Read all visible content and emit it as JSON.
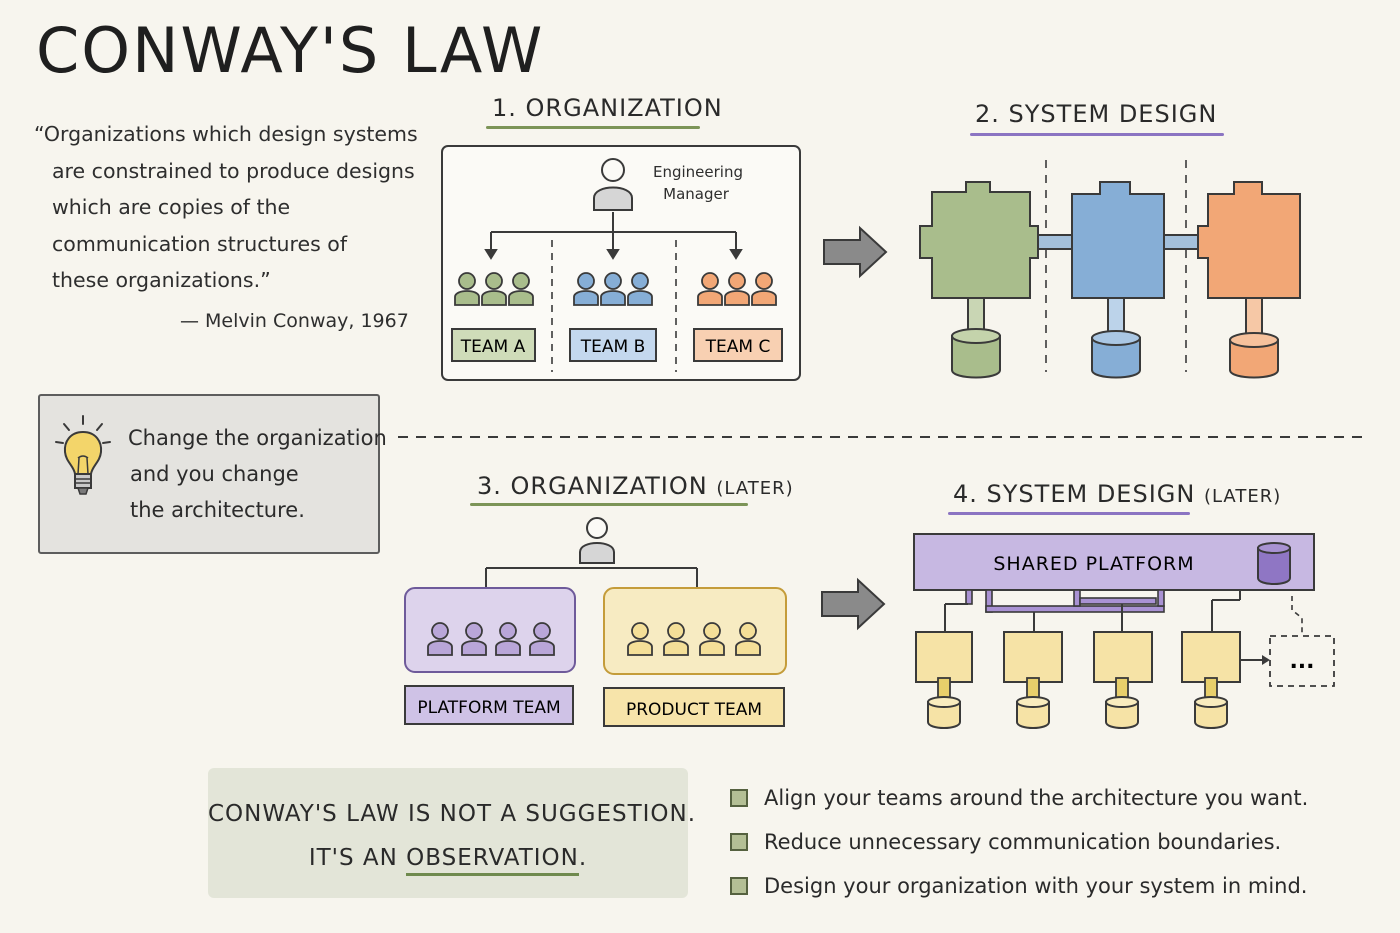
{
  "title": "CONWAY'S LAW",
  "quote": {
    "lines": [
      "“Organizations which design systems",
      "are constrained to produce designs",
      "which are copies of the",
      "communication structures of",
      "these organizations.”"
    ],
    "attribution": "— Melvin Conway, 1967"
  },
  "tip": {
    "lines": [
      "Change the organization",
      "and you change",
      "the architecture."
    ],
    "icon": "lightbulb-icon"
  },
  "section1": {
    "label": "1. ORGANIZATION",
    "manager": [
      "Engineering",
      "Manager"
    ],
    "teams": [
      "TEAM A",
      "TEAM B",
      "TEAM C"
    ]
  },
  "section2": {
    "label": "2. SYSTEM DESIGN"
  },
  "section3": {
    "label": "3. ORGANIZATION",
    "later": "(LATER)",
    "teams": [
      "PLATFORM TEAM",
      "PRODUCT TEAM"
    ]
  },
  "section4": {
    "label": "4. SYSTEM DESIGN",
    "later": "(LATER)",
    "platform": "SHARED PLATFORM",
    "more": "..."
  },
  "callout": {
    "line1": "CONWAY'S LAW IS NOT A SUGGESTION.",
    "line2_prefix": "IT'S AN ",
    "line2_emph": "OBSERVATION",
    "line2_suffix": "."
  },
  "bullets": [
    "Align your teams around the architecture you want.",
    "Reduce unnecessary communication boundaries.",
    "Design your organization with your system in mind."
  ],
  "colors": {
    "green": "#a9bd8c",
    "blue": "#86aed6",
    "orange": "#f2a776",
    "purple": "#b9a6d8",
    "yellow": "#f4df98",
    "outline": "#3a3a3a"
  }
}
